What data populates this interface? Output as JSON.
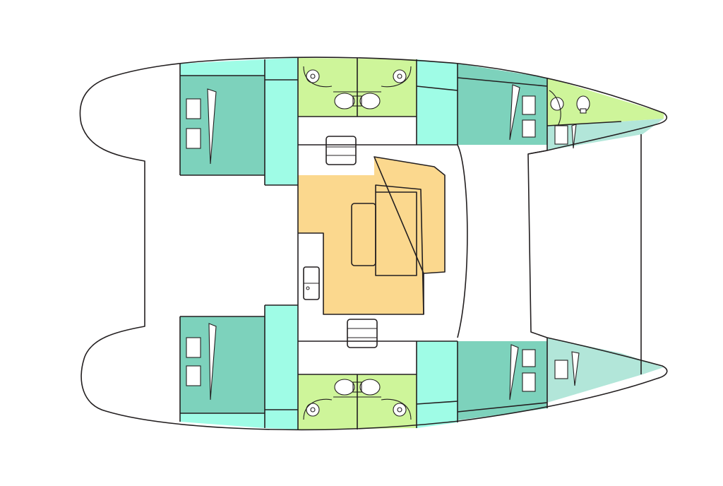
{
  "diagram": {
    "type": "catamaran-layout",
    "colors": {
      "hull_outline": "#231f20",
      "background": "#ffffff",
      "cabin_bed": "#7dd2bc",
      "cabin_storage": "#9ffce6",
      "head_bathroom": "#cef59a",
      "salon_galley": "#fbd88e",
      "forepeak": "#b2e6d9",
      "forepeak_head": "#cef59a"
    },
    "areas": [
      {
        "id": "aft-port-cabin",
        "kind": "cabin"
      },
      {
        "id": "aft-starboard-cabin",
        "kind": "cabin"
      },
      {
        "id": "fwd-port-cabin",
        "kind": "cabin"
      },
      {
        "id": "fwd-starboard-cabin",
        "kind": "cabin"
      },
      {
        "id": "port-heads",
        "kind": "bathroom",
        "count": 2
      },
      {
        "id": "starboard-heads",
        "kind": "bathroom",
        "count": 2
      },
      {
        "id": "salon",
        "kind": "salon"
      },
      {
        "id": "galley",
        "kind": "galley"
      },
      {
        "id": "fwd-port-head",
        "kind": "bathroom"
      },
      {
        "id": "fwd-starboard-forepeak",
        "kind": "storage"
      }
    ]
  }
}
